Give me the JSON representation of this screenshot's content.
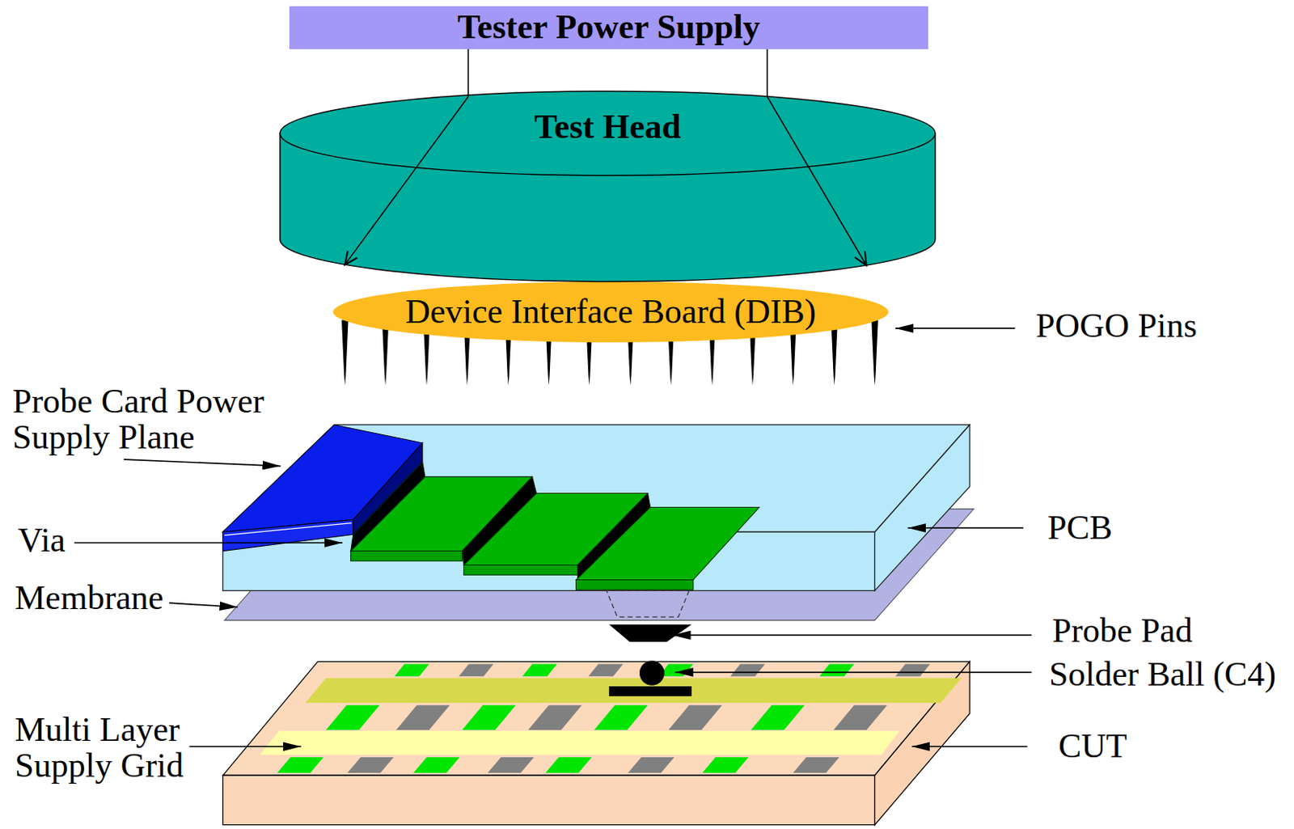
{
  "diagram": {
    "nodes": [
      {
        "text": [
          "Tester Power Supply"
        ]
      },
      {
        "text": [
          "Test Head"
        ]
      },
      {
        "text": [
          "Device Interface Board (DIB)"
        ]
      }
    ],
    "edges": [
      {
        "from": 0,
        "to": 1,
        "arrow": "to"
      },
      {
        "from": 0,
        "to": 1,
        "arrow": "to"
      }
    ],
    "labels": [
      "POGO Pins",
      "Probe Card Power Supply Plane",
      "Via",
      "PCB",
      "Membrane",
      "Probe Pad",
      "Solder Ball (C4)",
      "Multi Layer Supply Grid",
      "CUT"
    ]
  }
}
